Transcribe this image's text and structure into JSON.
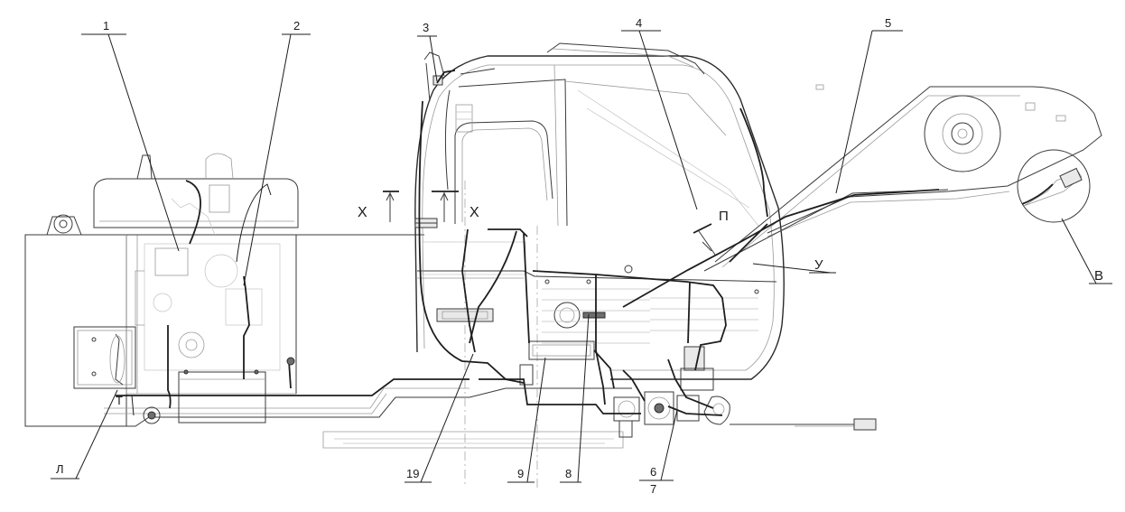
{
  "drawing": {
    "callouts": [
      {
        "id": "c1",
        "label": "1"
      },
      {
        "id": "c2",
        "label": "2"
      },
      {
        "id": "c3",
        "label": "3"
      },
      {
        "id": "c4",
        "label": "4"
      },
      {
        "id": "c5",
        "label": "5"
      },
      {
        "id": "c6",
        "label": "6"
      },
      {
        "id": "c7",
        "label": "7"
      },
      {
        "id": "c8",
        "label": "8"
      },
      {
        "id": "c9",
        "label": "9"
      },
      {
        "id": "c19",
        "label": "19"
      }
    ],
    "views": {
      "L": "Л",
      "T": "Т",
      "X1": "Х",
      "X2": "Х",
      "P": "П",
      "U": "У",
      "V": "В"
    }
  }
}
